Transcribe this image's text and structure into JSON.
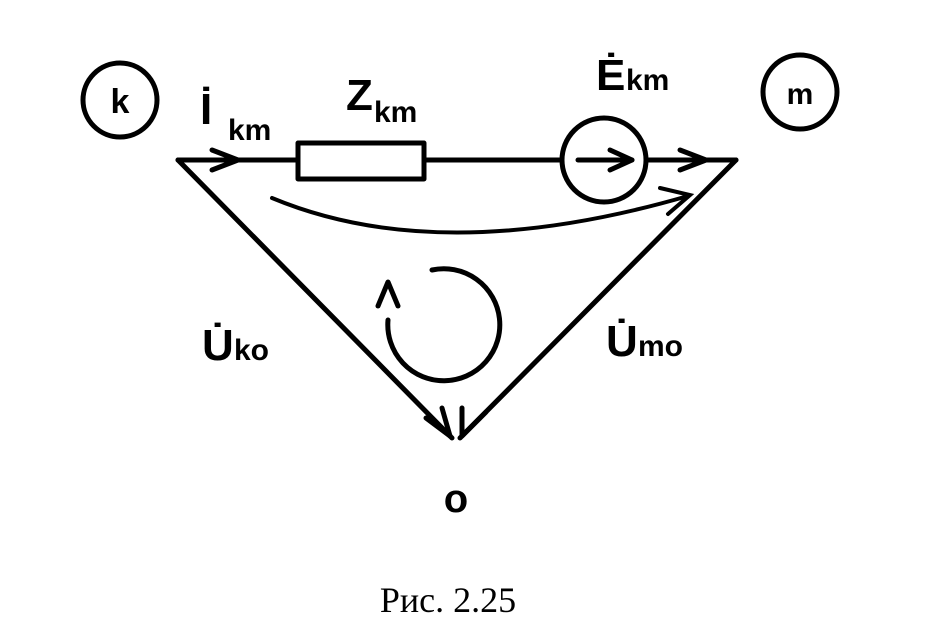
{
  "nodes": {
    "k": "k",
    "m": "m",
    "o": "o"
  },
  "labels": {
    "current_main": "İ",
    "current_sub": "km",
    "impedance_main": "Z",
    "impedance_sub": "km",
    "emf_main": "Ė",
    "emf_sub": "km",
    "voltage_ko_main": "U̇",
    "voltage_ko_sub": "ko",
    "voltage_mo_main": "U̇",
    "voltage_mo_sub": "mo"
  },
  "caption": "Рис. 2.25"
}
